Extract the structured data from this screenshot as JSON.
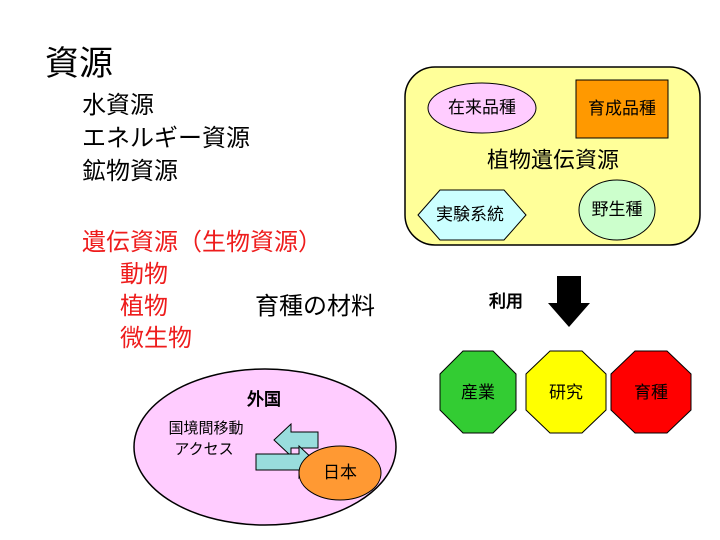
{
  "left": {
    "title": "資源",
    "resources": [
      "水資源",
      "エネルギー資源",
      "鉱物資源"
    ],
    "genetic_title": "遺伝資源（生物資源）",
    "genetic_items": [
      "動物",
      "植物",
      "微生物"
    ],
    "plant_note": "育種の材料"
  },
  "plant_box": {
    "title": "植物遺伝資源",
    "landrace": "在来品種",
    "bred": "育成品種",
    "experimental": "実験系統",
    "wild": "野生種"
  },
  "usage": {
    "label": "利用",
    "targets": [
      "産業",
      "研究",
      "育種"
    ]
  },
  "foreign": {
    "title": "外国",
    "movement": "国境間移動",
    "access": "アクセス",
    "japan": "日本"
  },
  "colors": {
    "title_red": "#ee1c1c",
    "box_fill": "#ffff99",
    "pink": "#ffccff",
    "orange": "#ff9900",
    "light_green": "#ccffcc",
    "light_cyan": "#ccffff",
    "green": "#33cc33",
    "yellow": "#ffff00",
    "red": "#ff0000",
    "foreign_fill": "#ffccff",
    "japan_fill": "#ff9933",
    "arrow_fill": "#99dddd"
  }
}
